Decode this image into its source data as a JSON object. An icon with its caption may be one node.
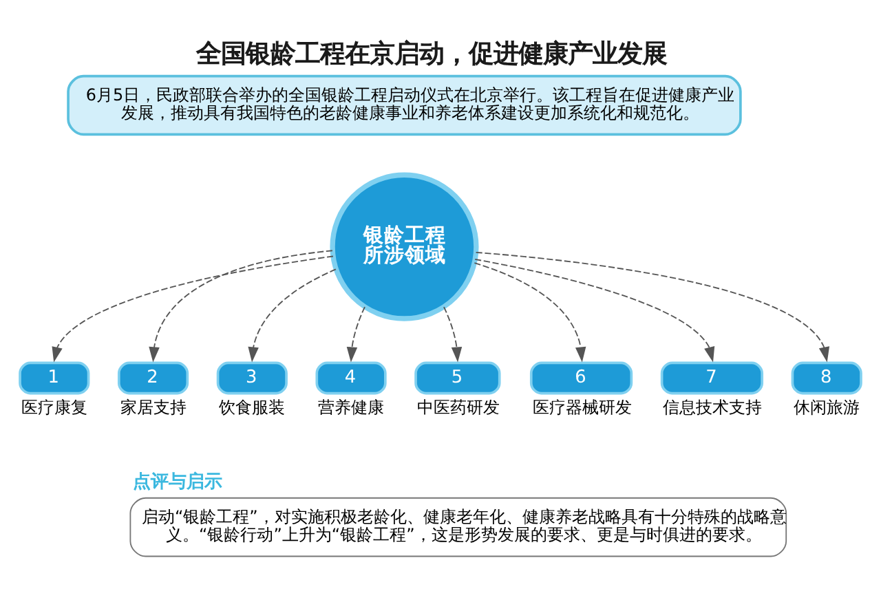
{
  "diagram": {
    "title": "全国银龄工程在京启动，促进健康产业发展",
    "nodes": [
      {
        "text": [
          "6月5日，民政部联合举办的全国银龄工程启动仪式在北京举行。该工程旨在促进健康产业发展，推动具有我国特色的老龄健康事业和养老体系建设更加系统化和规范化。"
        ]
      },
      {
        "text": [
          "银龄工程所涉领域"
        ]
      },
      {
        "text": [
          "1"
        ],
        "beside": [
          "医疗康复"
        ]
      },
      {
        "text": [
          "2"
        ],
        "beside": [
          "家居支持"
        ]
      },
      {
        "text": [
          "3"
        ],
        "beside": [
          "饮食服装"
        ]
      },
      {
        "text": [
          "4"
        ],
        "beside": [
          "营养健康"
        ]
      },
      {
        "text": [
          "5"
        ],
        "beside": [
          "中医药研发"
        ]
      },
      {
        "text": [
          "6"
        ],
        "beside": [
          "医疗器械研发"
        ]
      },
      {
        "text": [
          "7"
        ],
        "beside": [
          "信息技术支持"
        ]
      },
      {
        "text": [
          "8"
        ],
        "beside": [
          "休闲旅游"
        ]
      },
      {
        "text": [
          "点评与启示",
          "启动“银龄工程”，对实施积极老龄化、健康老年化、健康养老战略具有十分特殊的战略意义。“银龄行动”上升为“银龄工程”，这是形势发展的要求、更是与时俱进的要求。"
        ]
      }
    ],
    "edges": [
      {
        "from": 1,
        "to": 2,
        "arrow": "to",
        "style": "dashed"
      },
      {
        "from": 1,
        "to": 3,
        "arrow": "to",
        "style": "dashed"
      },
      {
        "from": 1,
        "to": 4,
        "arrow": "to",
        "style": "dashed"
      },
      {
        "from": 1,
        "to": 5,
        "arrow": "to",
        "style": "dashed"
      },
      {
        "from": 1,
        "to": 6,
        "arrow": "to",
        "style": "dashed"
      },
      {
        "from": 1,
        "to": 7,
        "arrow": "to",
        "style": "dashed"
      },
      {
        "from": 1,
        "to": 8,
        "arrow": "to",
        "style": "dashed"
      },
      {
        "from": 1,
        "to": 9,
        "arrow": "to",
        "style": "dashed"
      }
    ]
  }
}
